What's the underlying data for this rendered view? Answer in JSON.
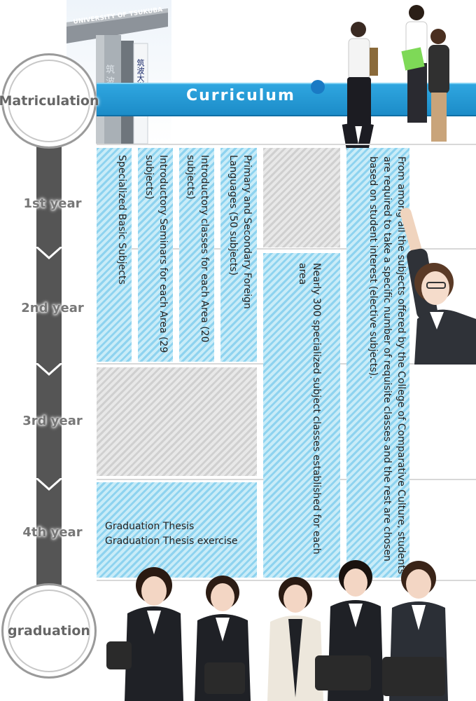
{
  "header": {
    "title": "Curriculum"
  },
  "timeline": {
    "start": "Matriculation",
    "end": "graduation",
    "years": [
      "1st year",
      "2nd year",
      "3rd year",
      "4th year"
    ]
  },
  "boxes": {
    "specialized_basic": "Specialized Basic Subjects",
    "intro_seminars": "Introductory Seminars for each Area (29 subjects)",
    "intro_classes": "Introductory classes for each Area (20 subjects)",
    "foreign_languages": "Primary and Secondary Foreign Languages (50 subjects)",
    "specialized_classes": "Nearly 300 specialized subject classes established for each area",
    "electives": "From among all the subjects offered by the College of Comparative Culture, students are required to take a specific number of requisite classes and the rest are chosen based on student interest (elective subjects).",
    "thesis_line1": "Graduation Thesis",
    "thesis_line2": "Graduation Thesis exercise"
  },
  "signage": {
    "gate_text": "UNIVERSITY OF TSUKUBA",
    "sign_text": "筑波大学",
    "pillar_text": "筑波大学"
  },
  "colors": {
    "header_blue": "#1c8cc8",
    "stripe_blue": "#8ed3ef",
    "stripe_gray": "#d0d0d0",
    "timeline": "#555555"
  }
}
